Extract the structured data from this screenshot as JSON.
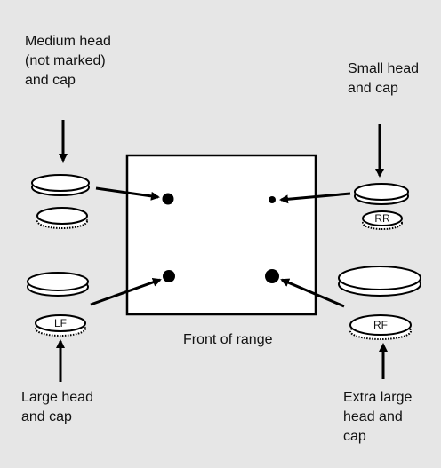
{
  "labels": {
    "medium": "Medium head\n(not marked)\nand cap",
    "small": "Small head\nand cap",
    "large": "Large head\nand cap",
    "extra_large": "Extra large\nhead and\ncap",
    "front": "Front of range"
  },
  "cap_marks": {
    "rr": "RR",
    "lf": "LF",
    "rf": "RF"
  },
  "colors": {
    "background": "#e6e6e6",
    "range": "#ffffff",
    "ink": "#000000"
  }
}
